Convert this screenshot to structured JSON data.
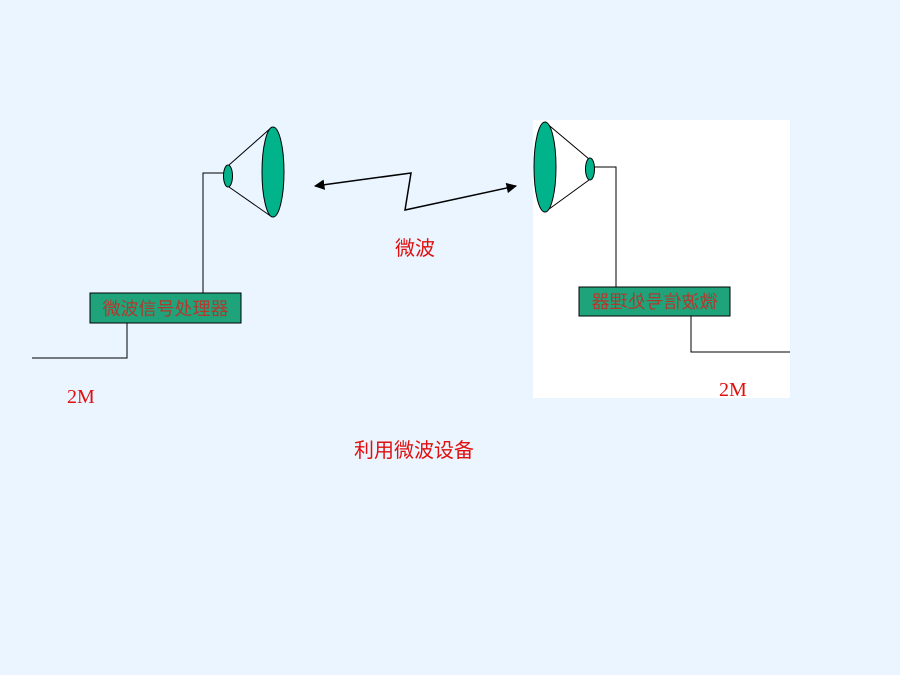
{
  "colors": {
    "background": "#EAF5FF",
    "panel": "#FFFFFF",
    "dish_fill": "#00B38A",
    "box_fill": "#1FA37A",
    "box_text": "#B03A2E",
    "label_red": "#E01010",
    "line": "#000000"
  },
  "left_station": {
    "processor_label": "微波信号处理器",
    "line_label": "2M"
  },
  "right_station": {
    "processor_label": "微波信号处理器",
    "line_label": "2M"
  },
  "link_label": "微波",
  "caption": "利用微波设备"
}
